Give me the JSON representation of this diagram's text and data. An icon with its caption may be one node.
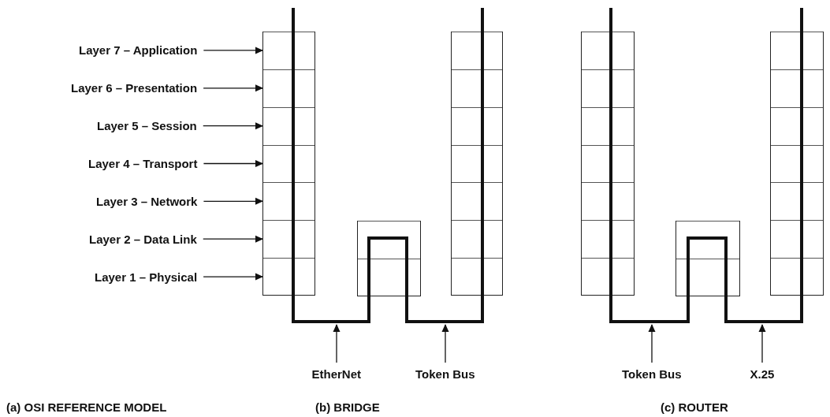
{
  "diagram": {
    "nodes": [
      {
        "text": [
          "Layer 7 – Application"
        ]
      },
      {
        "text": [
          "Layer 6 – Presentation"
        ]
      },
      {
        "text": [
          "Layer 5 – Session"
        ]
      },
      {
        "text": [
          "Layer 4 – Transport"
        ]
      },
      {
        "text": [
          "Layer 3 – Network"
        ]
      },
      {
        "text": [
          "Layer 2 – Data Link"
        ]
      },
      {
        "text": [
          "Layer 1 – Physical"
        ]
      },
      {
        "text": [],
        "shape": "box"
      },
      {
        "text": [],
        "shape": "box",
        "in": 7
      },
      {
        "text": [],
        "shape": "box",
        "in": 7
      },
      {
        "text": [],
        "shape": "box",
        "in": 7
      },
      {
        "text": [],
        "shape": "box",
        "in": 7
      },
      {
        "text": [],
        "shape": "box",
        "in": 7
      },
      {
        "text": [],
        "shape": "box",
        "in": 7
      },
      {
        "text": [],
        "shape": "box",
        "in": 7
      },
      {
        "text": [],
        "shape": "box"
      },
      {
        "text": [],
        "shape": "box",
        "in": 15
      },
      {
        "text": [],
        "shape": "box",
        "in": 15
      },
      {
        "text": [],
        "shape": "box"
      },
      {
        "text": [],
        "shape": "box",
        "in": 18
      },
      {
        "text": [],
        "shape": "box",
        "in": 18
      },
      {
        "text": [],
        "shape": "box",
        "in": 18
      },
      {
        "text": [],
        "shape": "box",
        "in": 18
      },
      {
        "text": [],
        "shape": "box",
        "in": 18
      },
      {
        "text": [],
        "shape": "box",
        "in": 18
      },
      {
        "text": [],
        "shape": "box",
        "in": 18
      },
      {
        "text": [],
        "shape": "box"
      },
      {
        "text": [],
        "shape": "box",
        "in": 26
      },
      {
        "text": [],
        "shape": "box",
        "in": 26
      },
      {
        "text": [],
        "shape": "box",
        "in": 26
      },
      {
        "text": [],
        "shape": "box",
        "in": 26
      },
      {
        "text": [],
        "shape": "box",
        "in": 26
      },
      {
        "text": [],
        "shape": "box",
        "in": 26
      },
      {
        "text": [],
        "shape": "box",
        "in": 26
      },
      {
        "text": [],
        "shape": "box"
      },
      {
        "text": [],
        "shape": "box",
        "in": 34
      },
      {
        "text": [],
        "shape": "box",
        "in": 34
      },
      {
        "text": [],
        "shape": "box"
      },
      {
        "text": [],
        "shape": "box",
        "in": 37
      },
      {
        "text": [],
        "shape": "box",
        "in": 37
      },
      {
        "text": [],
        "shape": "box",
        "in": 37
      },
      {
        "text": [],
        "shape": "box",
        "in": 37
      },
      {
        "text": [],
        "shape": "box",
        "in": 37
      },
      {
        "text": [],
        "shape": "box",
        "in": 37
      },
      {
        "text": [],
        "shape": "box",
        "in": 37
      },
      {
        "text": [
          "EtherNet"
        ]
      },
      {
        "text": [
          "Token Bus"
        ]
      },
      {
        "text": [
          "Token Bus"
        ]
      },
      {
        "text": [
          "X.25"
        ]
      }
    ],
    "edges": [
      {
        "from": 0,
        "to": 8,
        "arrow": "to"
      },
      {
        "from": 1,
        "to": 9,
        "arrow": "to"
      },
      {
        "from": 2,
        "to": 10,
        "arrow": "to"
      },
      {
        "from": 3,
        "to": 11,
        "arrow": "to"
      },
      {
        "from": 4,
        "to": 12,
        "arrow": "to"
      },
      {
        "from": 5,
        "to": 13,
        "arrow": "to"
      },
      {
        "from": 6,
        "to": 14,
        "arrow": "to"
      },
      {
        "from": 45,
        "to": null,
        "arrow": "to"
      },
      {
        "from": 46,
        "to": null,
        "arrow": "to"
      },
      {
        "from": 47,
        "to": null,
        "arrow": "to"
      },
      {
        "from": 48,
        "to": null,
        "arrow": "to"
      }
    ],
    "labels": [
      "(a) OSI REFERENCE MODEL",
      "(b) BRIDGE",
      "(c) ROUTER"
    ]
  }
}
